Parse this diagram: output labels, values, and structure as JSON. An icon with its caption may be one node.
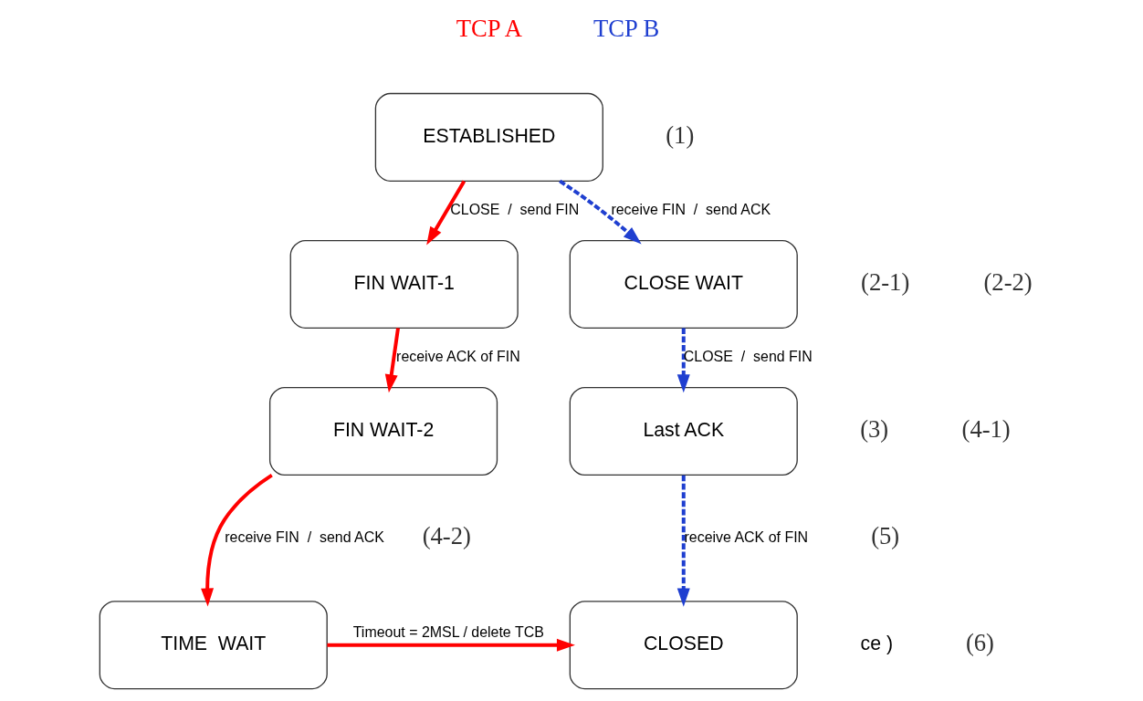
{
  "diagram": {
    "nodes": [
      {
        "text": [
          "ESTABLISHED"
        ]
      },
      {
        "text": [
          "FIN WAIT-1"
        ]
      },
      {
        "text": [
          "CLOSE WAIT"
        ]
      },
      {
        "text": [
          "FIN WAIT-2"
        ]
      },
      {
        "text": [
          "Last ACK"
        ]
      },
      {
        "text": [
          "TIME  WAIT"
        ]
      },
      {
        "text": [
          "CLOSED"
        ]
      }
    ],
    "edges": [
      {
        "from": 0,
        "to": 1,
        "arrow": "to",
        "label": "CLOSE  /  send FIN"
      },
      {
        "from": 0,
        "to": 2,
        "arrow": "to",
        "label": "receive FIN  /  send ACK",
        "style": "dashed",
        "color": "#1f3fd0"
      },
      {
        "from": 1,
        "to": 3,
        "arrow": "to",
        "label": "receive ACK of FIN"
      },
      {
        "from": 2,
        "to": 4,
        "arrow": "to",
        "label": "CLOSE  /  send FIN",
        "style": "dashed",
        "color": "#1f3fd0"
      },
      {
        "from": 3,
        "to": 5,
        "arrow": "to",
        "label": "receive FIN  /  send ACK"
      },
      {
        "from": 4,
        "to": 6,
        "arrow": "to",
        "label": "receive ACK of FIN",
        "style": "dashed",
        "color": "#1f3fd0"
      },
      {
        "from": 5,
        "to": 6,
        "arrow": "to",
        "label": "Timeout = 2MSL / delete TCB"
      }
    ],
    "labels": [
      "TCP A",
      "TCP B",
      "(1)",
      "(2-1)",
      "(2-2)",
      "(3)",
      "(4-1)",
      "(4-2)",
      "(5)",
      "ce )",
      "(6)"
    ]
  }
}
